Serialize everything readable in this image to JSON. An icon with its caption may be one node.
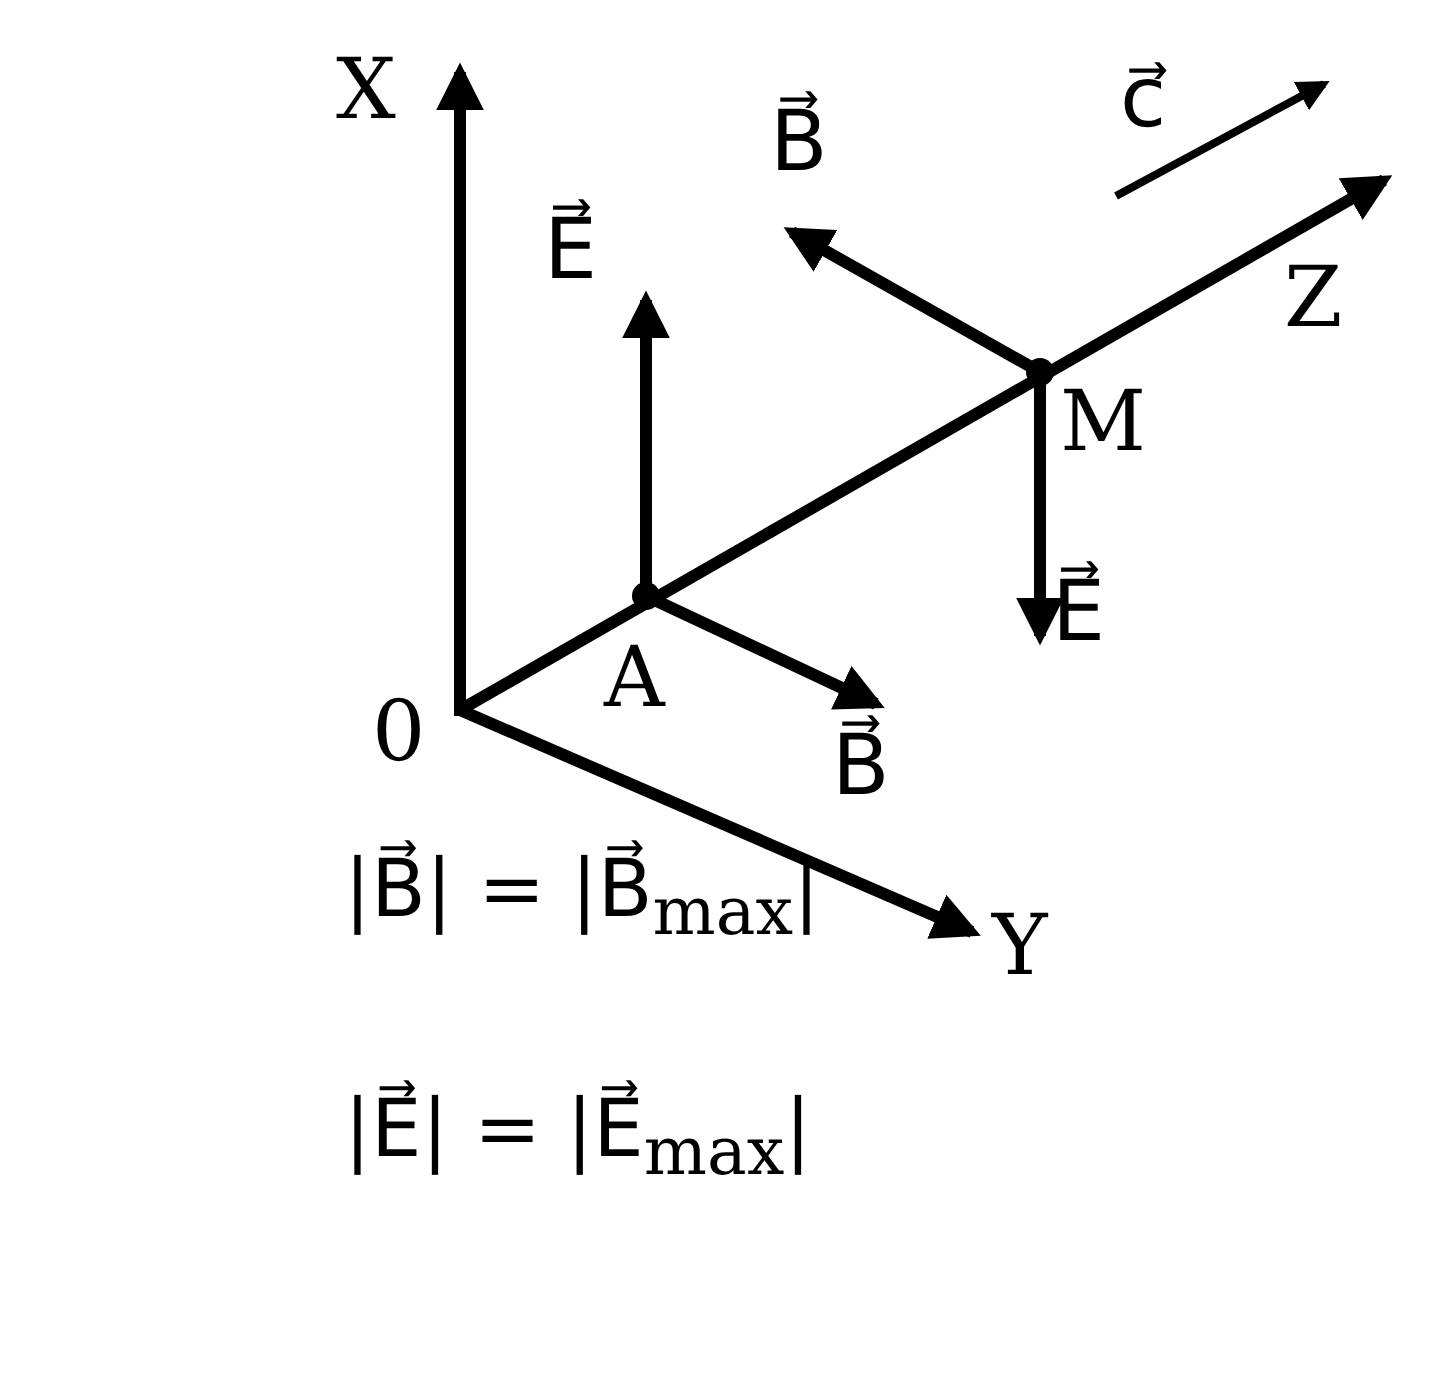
{
  "diagram": {
    "labels": [
      "X",
      "B⃗",
      "c⃗",
      "E⃗",
      "Z",
      "M",
      "E⃗",
      "0",
      "A",
      "B⃗",
      "Y",
      "|B⃗| = |B⃗$_{max}$|",
      "|E⃗| = |E⃗$_{max}$|"
    ]
  }
}
